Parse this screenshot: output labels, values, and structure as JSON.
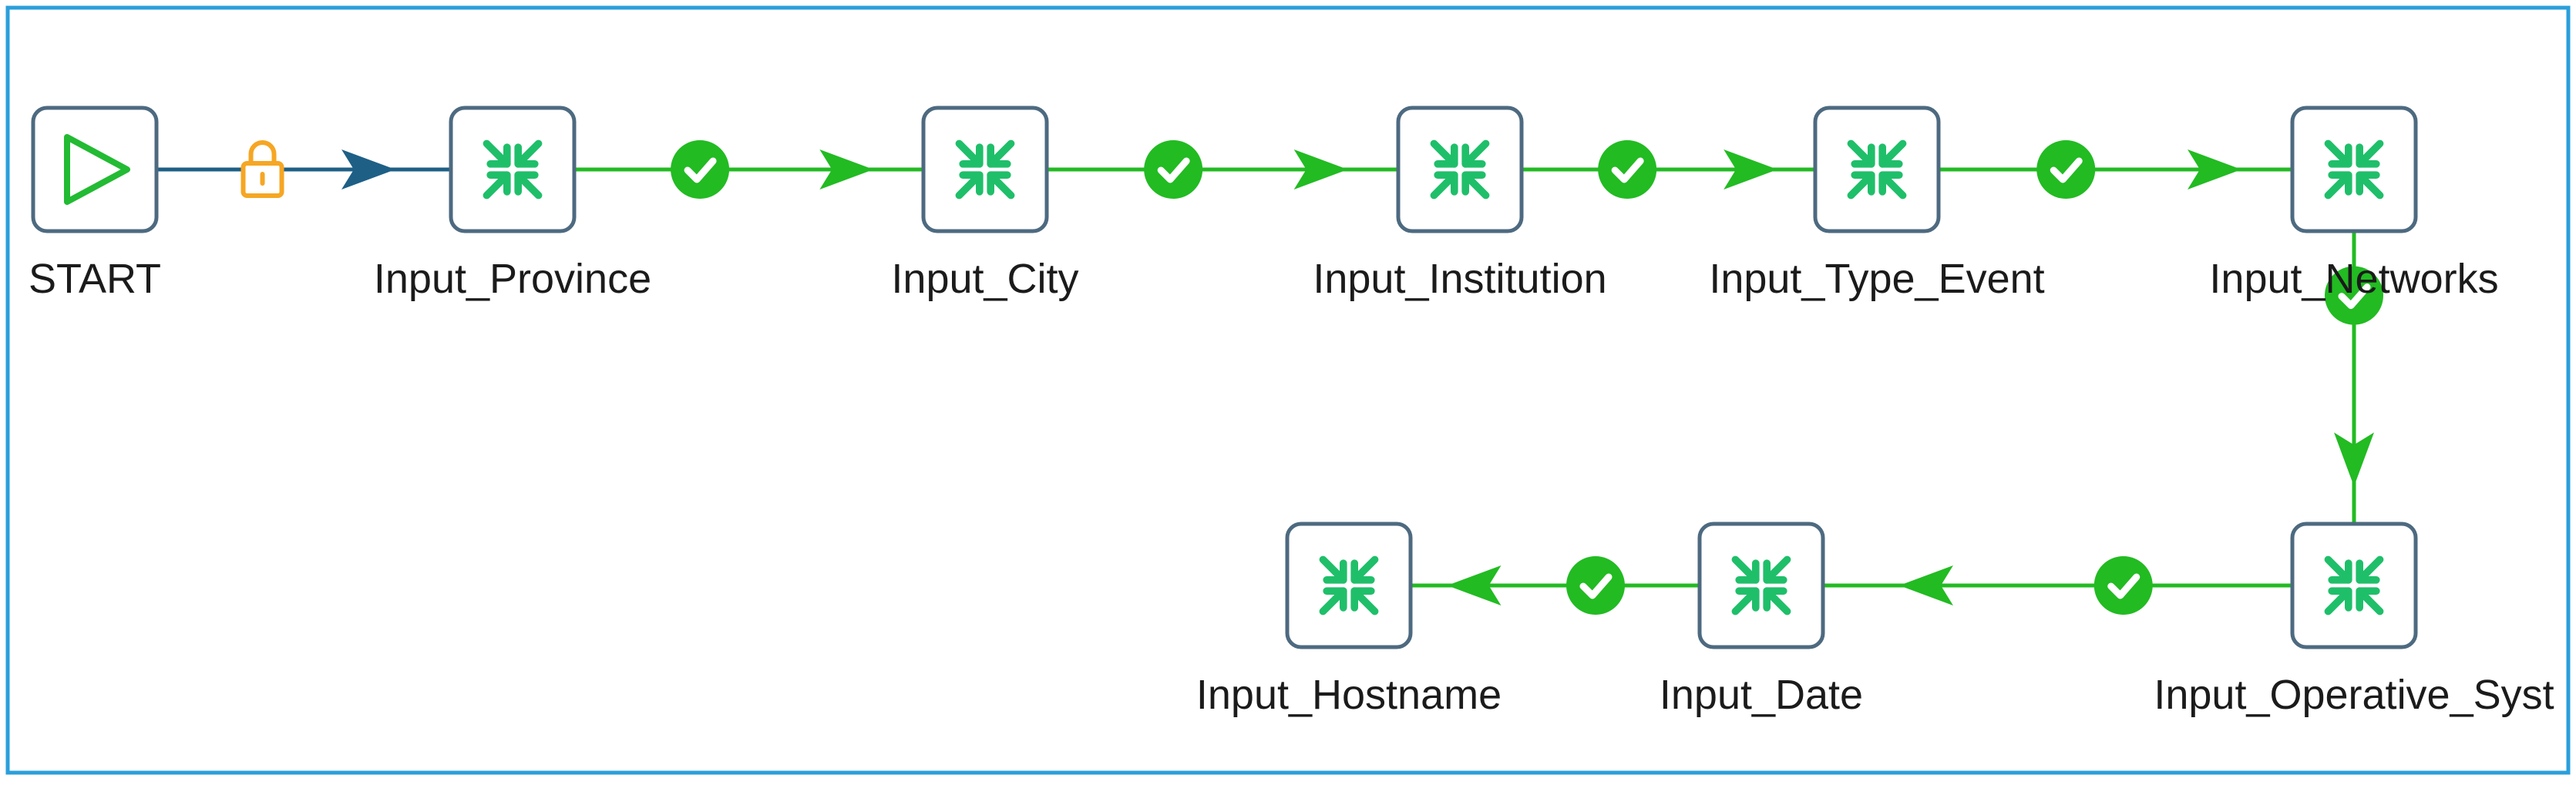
{
  "colors": {
    "frame": "#2a9fdb",
    "node_border": "#4d6a80",
    "node_fill": "#ffffff",
    "start_icon": "#22bb33",
    "merge_icon": "#1fbf6a",
    "hop_success": "#22bb22",
    "hop_unconditional": "#1e5f86",
    "lock": "#f6a623",
    "label": "#1b1b1b"
  },
  "nodes": [
    {
      "id": "start",
      "label": "START",
      "icon": "start-triangle-icon"
    },
    {
      "id": "province",
      "label": "Input_Province",
      "icon": "merge-arrows-icon"
    },
    {
      "id": "city",
      "label": "Input_City",
      "icon": "merge-arrows-icon"
    },
    {
      "id": "institution",
      "label": "Input_Institution",
      "icon": "merge-arrows-icon"
    },
    {
      "id": "type_event",
      "label": "Input_Type_Event",
      "icon": "merge-arrows-icon"
    },
    {
      "id": "networks",
      "label": "Input_Networks",
      "icon": "merge-arrows-icon"
    },
    {
      "id": "operative",
      "label": "Input_Operative_Syst",
      "icon": "merge-arrows-icon"
    },
    {
      "id": "date",
      "label": "Input_Date",
      "icon": "merge-arrows-icon"
    },
    {
      "id": "hostname",
      "label": "Input_Hostname",
      "icon": "merge-arrows-icon"
    }
  ],
  "hops": [
    {
      "from": "start",
      "to": "province",
      "status": "unconditional",
      "icon": "lock-icon"
    },
    {
      "from": "province",
      "to": "city",
      "status": "success",
      "icon": "check-circle-icon"
    },
    {
      "from": "city",
      "to": "institution",
      "status": "success",
      "icon": "check-circle-icon"
    },
    {
      "from": "institution",
      "to": "type_event",
      "status": "success",
      "icon": "check-circle-icon"
    },
    {
      "from": "type_event",
      "to": "networks",
      "status": "success",
      "icon": "check-circle-icon"
    },
    {
      "from": "networks",
      "to": "operative",
      "status": "success",
      "icon": "check-circle-icon"
    },
    {
      "from": "operative",
      "to": "date",
      "status": "success",
      "icon": "check-circle-icon"
    },
    {
      "from": "date",
      "to": "hostname",
      "status": "success",
      "icon": "check-circle-icon"
    }
  ]
}
